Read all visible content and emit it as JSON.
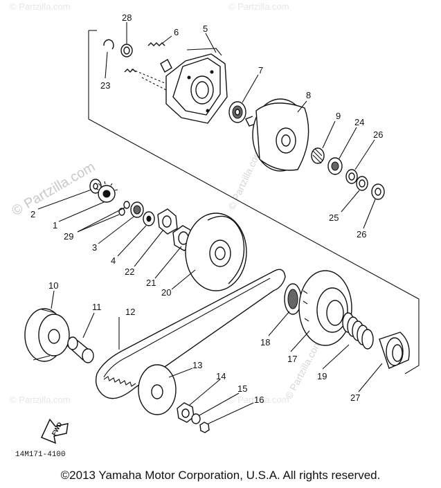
{
  "diagram": {
    "drawing_code": "14M171-4100",
    "forward_arrow_label": "FWD",
    "watermark_main": "© Partzilla.com",
    "watermark_faint": "© Partzilla.com",
    "callouts": [
      {
        "id": "28",
        "label": "28"
      },
      {
        "id": "6",
        "label": "6"
      },
      {
        "id": "5",
        "label": "5"
      },
      {
        "id": "23",
        "label": "23"
      },
      {
        "id": "7",
        "label": "7"
      },
      {
        "id": "8",
        "label": "8"
      },
      {
        "id": "9",
        "label": "9"
      },
      {
        "id": "24",
        "label": "24"
      },
      {
        "id": "26a",
        "label": "26"
      },
      {
        "id": "2",
        "label": "2"
      },
      {
        "id": "1",
        "label": "1"
      },
      {
        "id": "29",
        "label": "29"
      },
      {
        "id": "3",
        "label": "3"
      },
      {
        "id": "4",
        "label": "4"
      },
      {
        "id": "22",
        "label": "22"
      },
      {
        "id": "21",
        "label": "21"
      },
      {
        "id": "20",
        "label": "20"
      },
      {
        "id": "25",
        "label": "25"
      },
      {
        "id": "26b",
        "label": "26"
      },
      {
        "id": "10",
        "label": "10"
      },
      {
        "id": "11",
        "label": "11"
      },
      {
        "id": "12",
        "label": "12"
      },
      {
        "id": "13",
        "label": "13"
      },
      {
        "id": "14",
        "label": "14"
      },
      {
        "id": "15",
        "label": "15"
      },
      {
        "id": "16",
        "label": "16"
      },
      {
        "id": "18",
        "label": "18"
      },
      {
        "id": "17",
        "label": "17"
      },
      {
        "id": "19",
        "label": "19"
      },
      {
        "id": "27",
        "label": "27"
      }
    ]
  },
  "footer": {
    "copyright": "©2013  Yamaha Motor Corporation, U.S.A. All rights reserved."
  }
}
